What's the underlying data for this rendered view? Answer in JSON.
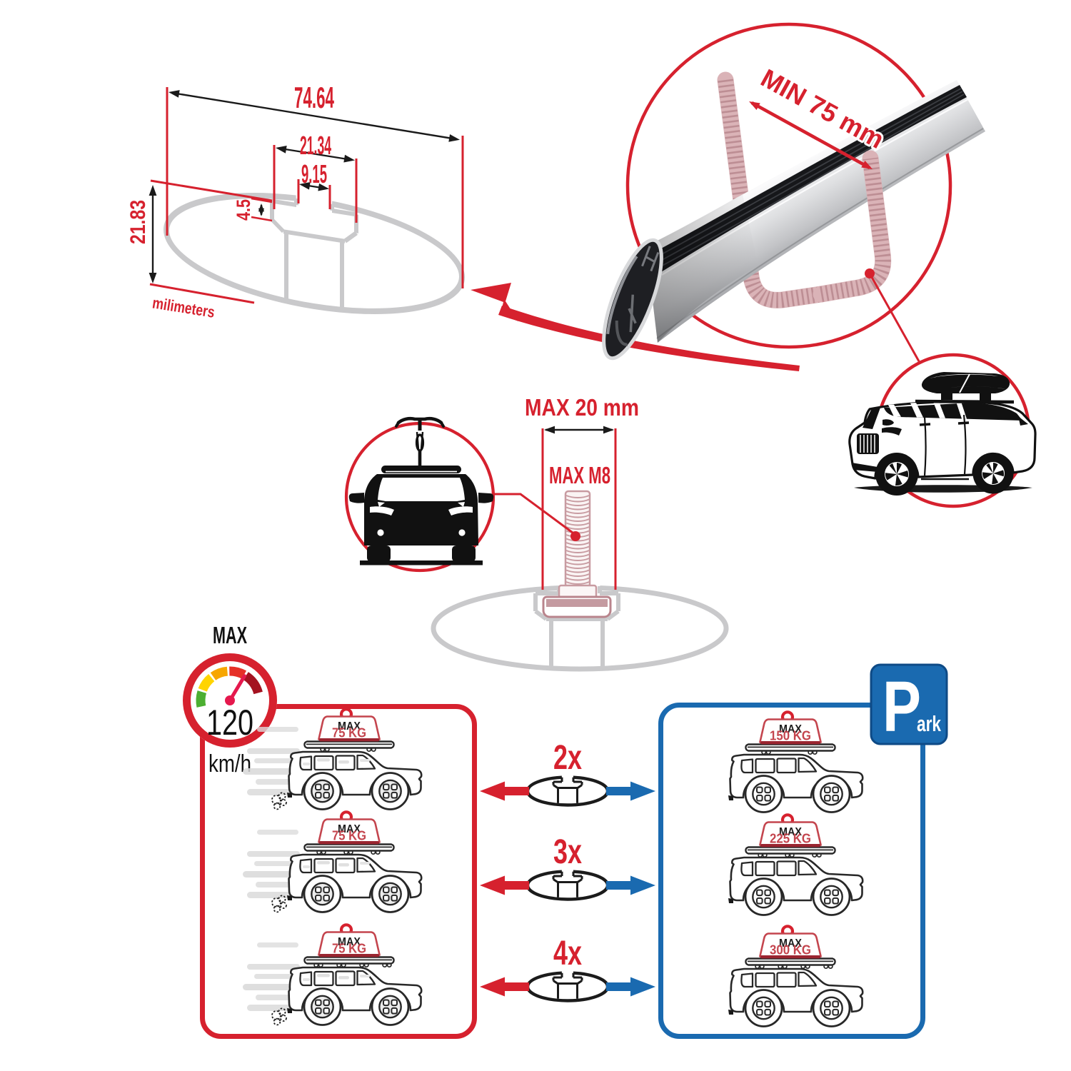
{
  "colors": {
    "red": "#d6212e",
    "dark_red": "#9a2530",
    "blue": "#1a6ab0",
    "blue_dark": "#0e4a86",
    "grey_profile": "#c9c9cb",
    "pink_bolt": "#c89ba1",
    "line_black": "#1a1a1a",
    "gauge_green": "#4caf32",
    "gauge_yellow": "#ffd400",
    "gauge_orange": "#f7a600",
    "gauge_red": "#e63027",
    "gauge_dark_red": "#a41220",
    "needle_red": "#e5184d"
  },
  "dimension_drawing": {
    "overall_width": "74.64",
    "slot_outer_width": "21.34",
    "slot_opening": "9.15",
    "slot_depth": "4.5",
    "overall_height": "21.83",
    "unit_label": "milimeters"
  },
  "crossbar_detail": {
    "clearance_label": "MIN 75 mm"
  },
  "bolt_detail": {
    "width_label": "MAX 20 mm",
    "thread_label": "MAX M8"
  },
  "speed_limit": {
    "title": "MAX",
    "value": "120",
    "unit": "km/h"
  },
  "bar_counts": [
    {
      "label": "2x"
    },
    {
      "label": "3x"
    },
    {
      "label": "4x"
    }
  ],
  "driving_panel": {
    "cars": [
      {
        "tag_title": "MAX",
        "tag_value": "75 KG"
      },
      {
        "tag_title": "MAX",
        "tag_value": "75 KG"
      },
      {
        "tag_title": "MAX",
        "tag_value": "75 KG"
      }
    ]
  },
  "parking_panel": {
    "sign_p": "P",
    "sign_rest": "ark",
    "cars": [
      {
        "tag_title": "MAX",
        "tag_value": "150 KG"
      },
      {
        "tag_title": "MAX",
        "tag_value": "225 KG"
      },
      {
        "tag_title": "MAX",
        "tag_value": "300 KG"
      }
    ]
  }
}
